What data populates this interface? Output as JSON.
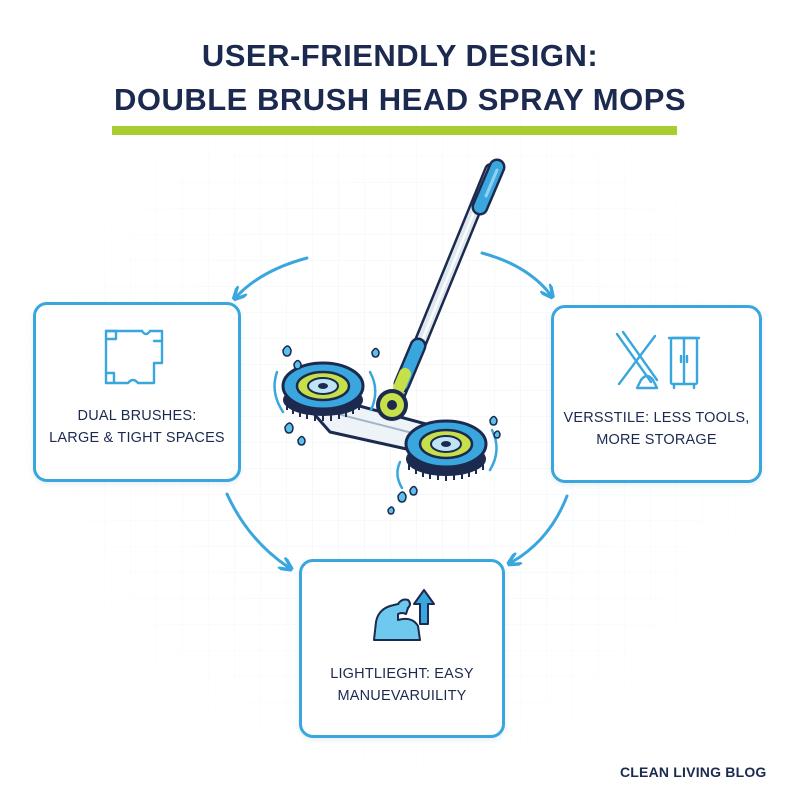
{
  "title": {
    "line1": "USER-FRIENDLY DESIGN:",
    "line2": "DOUBLE BRUSH HEAD SPRAY MOPS"
  },
  "cards": {
    "left": {
      "line1": "DUAL BRUSHES:",
      "line2": "LARGE & TIGHT SPACES",
      "icon": "floor-plan-icon"
    },
    "right": {
      "line1": "VERSSTILE: LESS TOOLS,",
      "line2": "MORE STORAGE",
      "icon": "tools-cabinet-icon"
    },
    "bottom": {
      "line1": "LIGHTLIEGHT: EASY",
      "line2": "MANUEVARUILITY",
      "icon": "flexed-arm-icon"
    }
  },
  "brand": "CLEAN LIVING BLOG",
  "colors": {
    "accent_blue": "#3aa6de",
    "title_navy": "#1b2a4e",
    "underline_green": "#a9cc2e",
    "brush_lime": "#c6e04a"
  }
}
